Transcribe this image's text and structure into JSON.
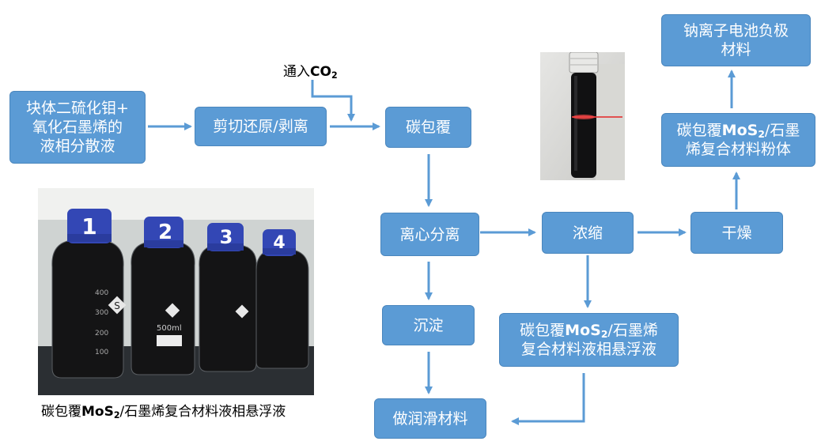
{
  "diagram": {
    "nodes": {
      "start": "块体二硫化钼+\n氧化石墨烯的\n液相分散液",
      "shear": "剪切还原/剥离",
      "carbon_coat": "碳包覆",
      "centrifuge": "离心分离",
      "precipitate": "沉淀",
      "lubricant": "做润滑材料",
      "concentrate": "浓缩",
      "dry": "干燥",
      "anode": "钠离子电池负极\n材料"
    },
    "co2_label": {
      "prefix": "通入",
      "formula": "CO",
      "subscript": "2"
    },
    "composite_node": {
      "prefix": "碳包覆",
      "formula": "MoS",
      "subscript": "2",
      "suffix_suspension": "/石墨烯\n复合材料液相悬浮液",
      "suffix_powder": "/石墨\n烯复合材料粉体"
    },
    "photo_caption": {
      "prefix": "碳包覆",
      "formula": "MoS",
      "subscript": "2",
      "suffix": "/石墨烯复合材料液相悬浮液"
    },
    "bottle_numbers": [
      "1",
      "2",
      "3",
      "4"
    ],
    "bottle_brand": "S",
    "bottle_scale": [
      "400",
      "300",
      "200",
      "100"
    ],
    "bottle_volume": "500ml"
  },
  "colors": {
    "node_fill": "#5b9bd5",
    "node_border": "#4a86bd",
    "arrow": "#5b9bd5",
    "cap_blue": "#3347b5",
    "liquid": "#151516"
  }
}
